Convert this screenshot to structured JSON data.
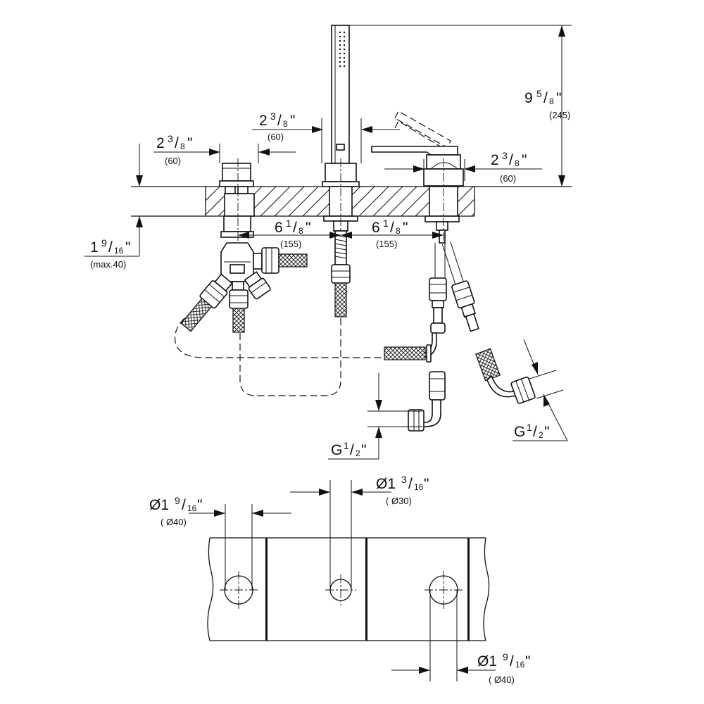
{
  "dimensions": {
    "spout_height": {
      "whole": "9",
      "num": "5",
      "den": "8",
      "unit": "\"",
      "metric": "(245)"
    },
    "spout_width": {
      "whole": "2",
      "num": "3",
      "den": "8",
      "unit": "\"",
      "metric": "(60)"
    },
    "left_handle_width": {
      "whole": "2",
      "num": "3",
      "den": "8",
      "unit": "\"",
      "metric": "(60)"
    },
    "right_handle_width": {
      "whole": "2",
      "num": "3",
      "den": "8",
      "unit": "\"",
      "metric": "(60)"
    },
    "deck_thickness": {
      "whole": "1",
      "num": "9",
      "den": "16",
      "unit": "\"",
      "metric": "(max.40)"
    },
    "spacing_left": {
      "whole": "6",
      "num": "1",
      "den": "8",
      "unit": "\"",
      "metric": "(155)"
    },
    "spacing_right": {
      "whole": "6",
      "num": "1",
      "den": "8",
      "unit": "\"",
      "metric": "(155)"
    },
    "thread_left": {
      "prefix": "G",
      "num": "1",
      "den": "2",
      "unit": "\""
    },
    "thread_right": {
      "prefix": "G",
      "num": "1",
      "den": "2",
      "unit": "\""
    },
    "hole_left": {
      "prefix": "Ø1",
      "num": "9",
      "den": "16",
      "unit": "\"",
      "metric": "( Ø40)"
    },
    "hole_center": {
      "prefix": "Ø1",
      "num": "3",
      "den": "16",
      "unit": "\"",
      "metric": "( Ø30)"
    },
    "hole_right": {
      "prefix": "Ø1",
      "num": "9",
      "den": "16",
      "unit": "\"",
      "metric": "( Ø40)"
    }
  }
}
